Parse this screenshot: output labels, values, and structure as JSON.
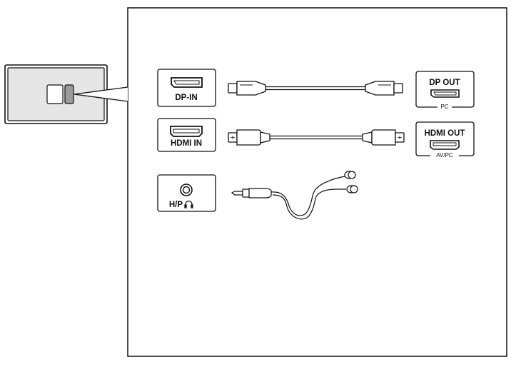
{
  "ports": {
    "dp_in": "DP-IN",
    "hdmi_in": "HDMI IN",
    "headphone": "H/P",
    "dp_out": "DP OUT",
    "dp_out_sub": "PC",
    "hdmi_out": "HDMI OUT",
    "hdmi_out_sub": "AV/PC"
  },
  "icons": {
    "headphone": "headphones-icon",
    "usb_symbol": "usb-icon"
  },
  "colors": {
    "line": "#111111",
    "panel_fill": "#ffffff",
    "monitor_fill": "#e6e6e6",
    "port_highlight": "#9a9a9a"
  }
}
